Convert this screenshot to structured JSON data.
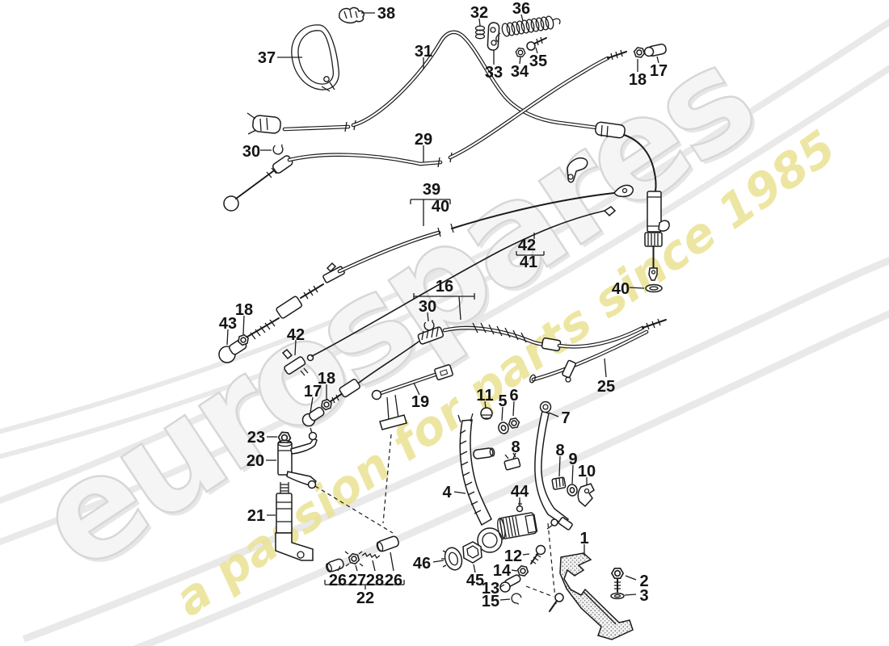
{
  "watermark": {
    "brand": "eurospares",
    "tagline": "a passion for parts since 1985",
    "brand_fill": "#f5f5f5",
    "tagline_fill": "#ebe293"
  },
  "diagram": {
    "line_color": "#1b1b1b",
    "background": "#ffffff",
    "labels": [
      {
        "text": "38"
      },
      {
        "text": "37"
      },
      {
        "text": "31"
      },
      {
        "text": "32"
      },
      {
        "text": "36"
      },
      {
        "text": "33"
      },
      {
        "text": "34"
      },
      {
        "text": "35"
      },
      {
        "text": "18"
      },
      {
        "text": "17"
      },
      {
        "text": "30"
      },
      {
        "text": "29"
      },
      {
        "text": "39"
      },
      {
        "text": "40"
      },
      {
        "text": "42"
      },
      {
        "text": "41"
      },
      {
        "text": "40"
      },
      {
        "text": "16"
      },
      {
        "text": "30"
      },
      {
        "text": "18"
      },
      {
        "text": "43"
      },
      {
        "text": "42"
      },
      {
        "text": "25"
      },
      {
        "text": "17"
      },
      {
        "text": "18"
      },
      {
        "text": "19"
      },
      {
        "text": "11"
      },
      {
        "text": "5"
      },
      {
        "text": "6"
      },
      {
        "text": "7"
      },
      {
        "text": "23"
      },
      {
        "text": "20"
      },
      {
        "text": "8"
      },
      {
        "text": "8"
      },
      {
        "text": "9"
      },
      {
        "text": "10"
      },
      {
        "text": "4"
      },
      {
        "text": "44"
      },
      {
        "text": "21"
      },
      {
        "text": "1"
      },
      {
        "text": "46"
      },
      {
        "text": "45"
      },
      {
        "text": "12"
      },
      {
        "text": "14"
      },
      {
        "text": "13"
      },
      {
        "text": "15"
      },
      {
        "text": "26"
      },
      {
        "text": "27"
      },
      {
        "text": "28"
      },
      {
        "text": "26"
      },
      {
        "text": "22"
      },
      {
        "text": "2"
      },
      {
        "text": "3"
      }
    ]
  }
}
